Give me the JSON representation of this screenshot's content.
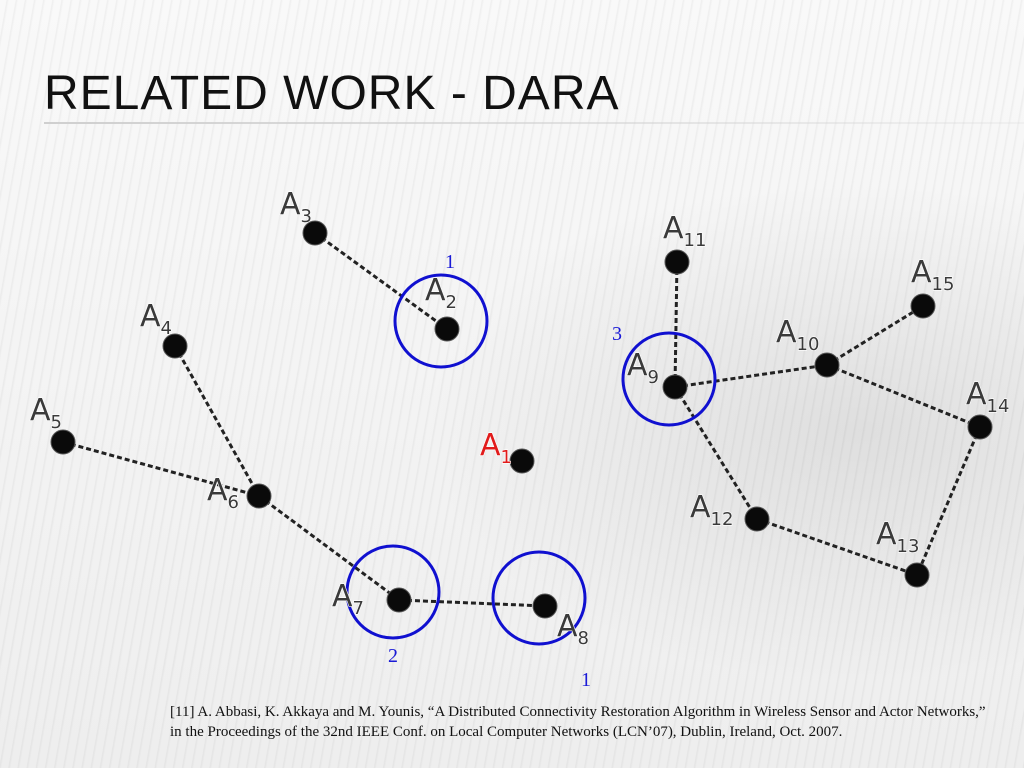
{
  "slide": {
    "title": "RELATED WORK - DARA",
    "citation": "[11]  A. Abbasi, K. Akkaya and M. Younis, “A Distributed Connectivity Restoration Algorithm in Wireless Sensor and Actor Networks,” in the Proceedings of the 32nd IEEE Conf. on Local Computer Networks (LCN’07), Dublin, Ireland, Oct. 2007."
  },
  "colors": {
    "node": "#0a0a0a",
    "edge": "#222222",
    "highlight": "#1010d0",
    "failed_node_label": "#e11b1b"
  },
  "diagram": {
    "nodes": [
      {
        "id": "A1",
        "letter": "A",
        "sub": "1",
        "failed": true
      },
      {
        "id": "A2",
        "letter": "A",
        "sub": "2"
      },
      {
        "id": "A3",
        "letter": "A",
        "sub": "3"
      },
      {
        "id": "A4",
        "letter": "A",
        "sub": "4"
      },
      {
        "id": "A5",
        "letter": "A",
        "sub": "5"
      },
      {
        "id": "A6",
        "letter": "A",
        "sub": "6"
      },
      {
        "id": "A7",
        "letter": "A",
        "sub": "7"
      },
      {
        "id": "A8",
        "letter": "A",
        "sub": "8"
      },
      {
        "id": "A9",
        "letter": "A",
        "sub": "9"
      },
      {
        "id": "A10",
        "letter": "A",
        "sub": "10"
      },
      {
        "id": "A11",
        "letter": "A",
        "sub": "11"
      },
      {
        "id": "A12",
        "letter": "A",
        "sub": "12"
      },
      {
        "id": "A13",
        "letter": "A",
        "sub": "13"
      },
      {
        "id": "A14",
        "letter": "A",
        "sub": "14"
      },
      {
        "id": "A15",
        "letter": "A",
        "sub": "15"
      }
    ],
    "edges": [
      [
        "A3",
        "A2"
      ],
      [
        "A4",
        "A6"
      ],
      [
        "A5",
        "A6"
      ],
      [
        "A6",
        "A7"
      ],
      [
        "A7",
        "A8"
      ],
      [
        "A11",
        "A9"
      ],
      [
        "A9",
        "A10"
      ],
      [
        "A9",
        "A12"
      ],
      [
        "A10",
        "A15"
      ],
      [
        "A10",
        "A14"
      ],
      [
        "A14",
        "A13"
      ],
      [
        "A12",
        "A13"
      ]
    ],
    "highlighted": [
      {
        "node": "A2",
        "degree_label": "1"
      },
      {
        "node": "A7",
        "degree_label": "2"
      },
      {
        "node": "A8",
        "degree_label": "1"
      },
      {
        "node": "A9",
        "degree_label": "3"
      }
    ]
  }
}
